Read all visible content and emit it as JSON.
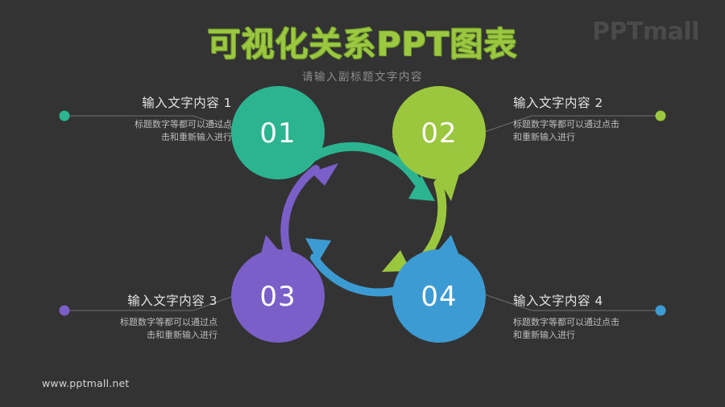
{
  "brand": {
    "logo_text": "PPTmall",
    "footer_url": "www.pptmall.net"
  },
  "header": {
    "title": "可视化关系PPT图表",
    "subtitle": "请输入副标题文字内容"
  },
  "colors": {
    "background": "#333333",
    "title_green": "#9bc741",
    "teal": "#2bb48f",
    "lime": "#9bc73f",
    "purple": "#7b5fc9",
    "blue": "#3c9bd3",
    "text_primary": "#e2e2e2",
    "text_secondary": "#bdbdbd",
    "connector_line": "#6f6f6f"
  },
  "chart_data": {
    "type": "diagram",
    "title": "可视化关系PPT图表",
    "subtitle": "请输入副标题文字内容",
    "layout": "four-node cyclic arrow ring",
    "nodes": [
      {
        "number": "01",
        "color": "#2bb48f",
        "position": "top-left",
        "heading": "输入文字内容 1",
        "body": "标题数字等都可以通过点击和重新输入进行",
        "dot_color": "#2bb48f",
        "arrow_to": "02"
      },
      {
        "number": "02",
        "color": "#9bc73f",
        "position": "top-right",
        "heading": "输入文字内容 2",
        "body": "标题数字等都可以通过点击和重新输入进行",
        "dot_color": "#9bc73f",
        "arrow_to": "04"
      },
      {
        "number": "03",
        "color": "#7b5fc9",
        "position": "bottom-left",
        "heading": "输入文字内容 3",
        "body": "标题数字等都可以通过点击和重新输入进行",
        "dot_color": "#7b5fc9",
        "arrow_to": "01"
      },
      {
        "number": "04",
        "color": "#3c9bd3",
        "position": "bottom-right",
        "heading": "输入文字内容 4",
        "body": "标题数字等都可以通过点击和重新输入进行",
        "dot_color": "#3c9bd3",
        "arrow_to": "03"
      }
    ]
  },
  "callouts": [
    {
      "heading": "输入文字内容 1",
      "body_line1": "标题数字等都可以通过点",
      "body_line2": "击和重新输入进行"
    },
    {
      "heading": "输入文字内容 2",
      "body_line1": "标题数字等都可以通过点击",
      "body_line2": "和重新输入进行"
    },
    {
      "heading": "输入文字内容 3",
      "body_line1": "标题数字等都可以通过点",
      "body_line2": "击和重新输入进行"
    },
    {
      "heading": "输入文字内容 4",
      "body_line1": "标题数字等都可以通过点击",
      "body_line2": "和重新输入进行"
    }
  ],
  "circles": [
    {
      "label": "01"
    },
    {
      "label": "02"
    },
    {
      "label": "03"
    },
    {
      "label": "04"
    }
  ]
}
